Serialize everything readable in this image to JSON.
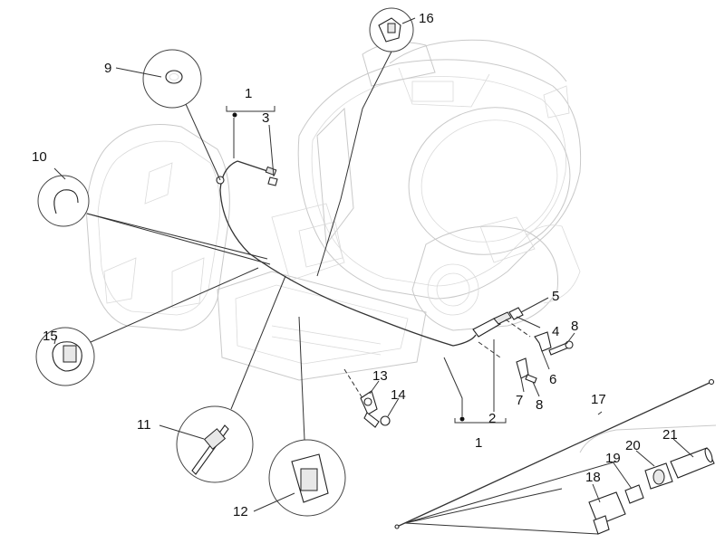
{
  "callouts": [
    {
      "id": "c1a",
      "text": "1"
    },
    {
      "id": "c3",
      "text": "3"
    },
    {
      "id": "c9",
      "text": "9"
    },
    {
      "id": "c10",
      "text": "10"
    },
    {
      "id": "c16",
      "text": "16"
    },
    {
      "id": "c5",
      "text": "5"
    },
    {
      "id": "c4",
      "text": "4"
    },
    {
      "id": "c8a",
      "text": "8"
    },
    {
      "id": "c6",
      "text": "6"
    },
    {
      "id": "c7",
      "text": "7"
    },
    {
      "id": "c8b",
      "text": "8"
    },
    {
      "id": "c15",
      "text": "15"
    },
    {
      "id": "c13",
      "text": "13"
    },
    {
      "id": "c14",
      "text": "14"
    },
    {
      "id": "c2",
      "text": "2"
    },
    {
      "id": "c1b",
      "text": "1"
    },
    {
      "id": "c17",
      "text": "17"
    },
    {
      "id": "c11",
      "text": "11"
    },
    {
      "id": "c12",
      "text": "12"
    },
    {
      "id": "c21",
      "text": "21"
    },
    {
      "id": "c20",
      "text": "20"
    },
    {
      "id": "c19",
      "text": "19"
    },
    {
      "id": "c18",
      "text": "18"
    }
  ]
}
